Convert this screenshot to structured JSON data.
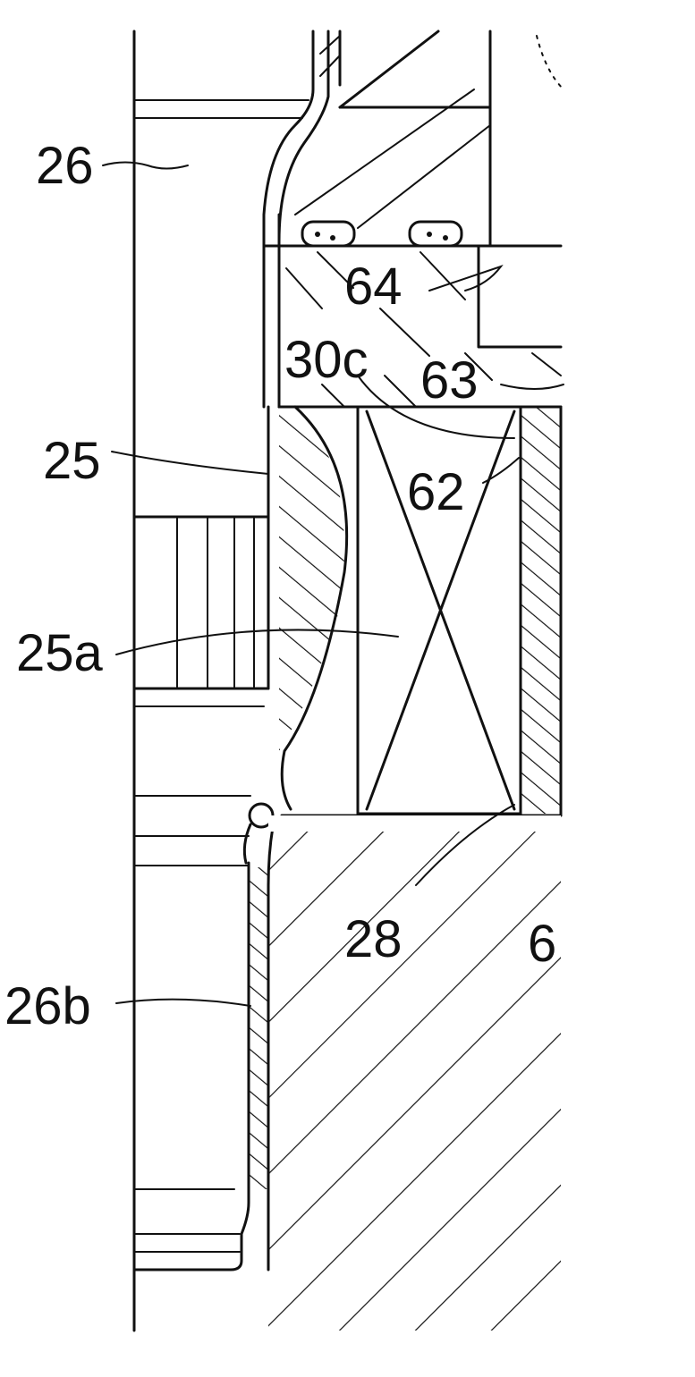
{
  "figure": {
    "labels": {
      "l26": "26",
      "l64": "64",
      "l30c": "30c",
      "l63": "63",
      "l25": "25",
      "l62": "62",
      "l25a": "25a",
      "l28": "28",
      "l6": "6",
      "l26b": "26b"
    }
  }
}
